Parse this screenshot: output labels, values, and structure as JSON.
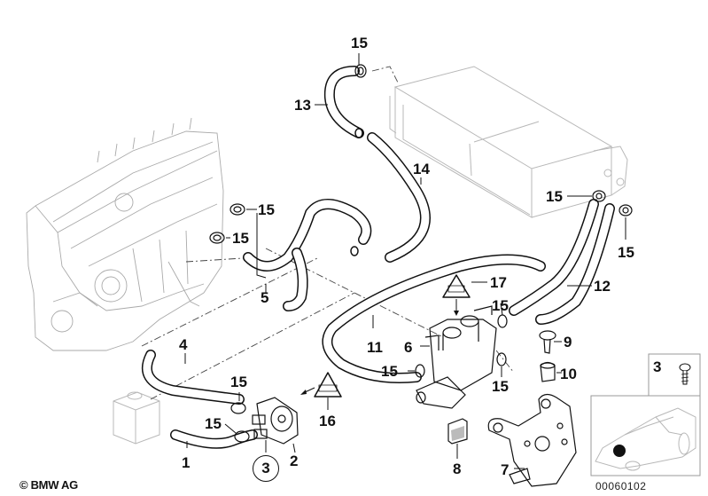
{
  "diagram": {
    "copyright": "© BMW AG",
    "diagram_id": "00060102",
    "parts": [
      {
        "ref": "1",
        "name": "hose"
      },
      {
        "ref": "2",
        "name": "auxiliary water pump"
      },
      {
        "ref": "3",
        "name": "screw (circled reference)"
      },
      {
        "ref": "4",
        "name": "hose"
      },
      {
        "ref": "5",
        "name": "hose"
      },
      {
        "ref": "6",
        "name": "water valve"
      },
      {
        "ref": "7",
        "name": "bracket"
      },
      {
        "ref": "8",
        "name": "rubber mount"
      },
      {
        "ref": "9",
        "name": "screw"
      },
      {
        "ref": "10",
        "name": "rubber grommet"
      },
      {
        "ref": "11",
        "name": "hose"
      },
      {
        "ref": "12",
        "name": "hose pair"
      },
      {
        "ref": "13",
        "name": "hose"
      },
      {
        "ref": "14",
        "name": "hose"
      },
      {
        "ref": "15",
        "name": "hose clamp"
      },
      {
        "ref": "16",
        "name": "caution label"
      },
      {
        "ref": "17",
        "name": "caution label"
      }
    ],
    "labels": {
      "l1": "1",
      "l2": "2",
      "l3": "3",
      "l4": "4",
      "l5": "5",
      "l6": "6",
      "l7": "7",
      "l8": "8",
      "l9": "9",
      "l10": "10",
      "l11": "11",
      "l12": "12",
      "l13": "13",
      "l14": "14",
      "l15": "15",
      "l16": "16",
      "l17": "17"
    },
    "inset": {
      "part_ref": "3",
      "marker": "location-dot"
    }
  }
}
